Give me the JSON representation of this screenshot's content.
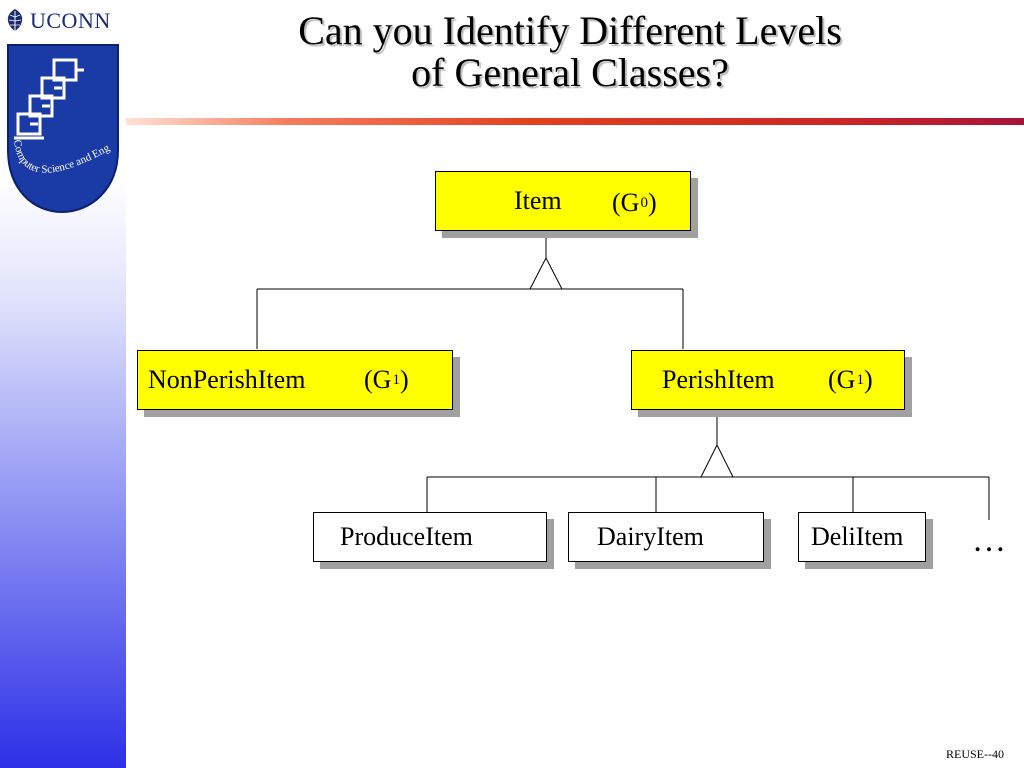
{
  "header": {
    "logo_text": "UCONN",
    "seal_text": "Computer Science and Engineering",
    "title_line1": "Can you Identify Different Levels",
    "title_line2": "of General Classes?"
  },
  "diagram": {
    "root": {
      "name": "Item",
      "level_base": "(G",
      "level_sup": "0",
      "level_end": ")"
    },
    "level1": [
      {
        "name": "NonPerishItem",
        "level_base": "(G",
        "level_sup": "1",
        "level_end": ")"
      },
      {
        "name": "PerishItem",
        "level_base": "(G",
        "level_sup": "1",
        "level_end": ")"
      }
    ],
    "level2": [
      {
        "name": "ProduceItem"
      },
      {
        "name": "DairyItem"
      },
      {
        "name": "DeliItem"
      }
    ],
    "ellipsis": "…"
  },
  "footer": {
    "slide_id": "REUSE--40"
  },
  "colors": {
    "class_fill": "#ffff00",
    "leaf_fill": "#ffffff",
    "accent_rule": "#cc2525"
  }
}
